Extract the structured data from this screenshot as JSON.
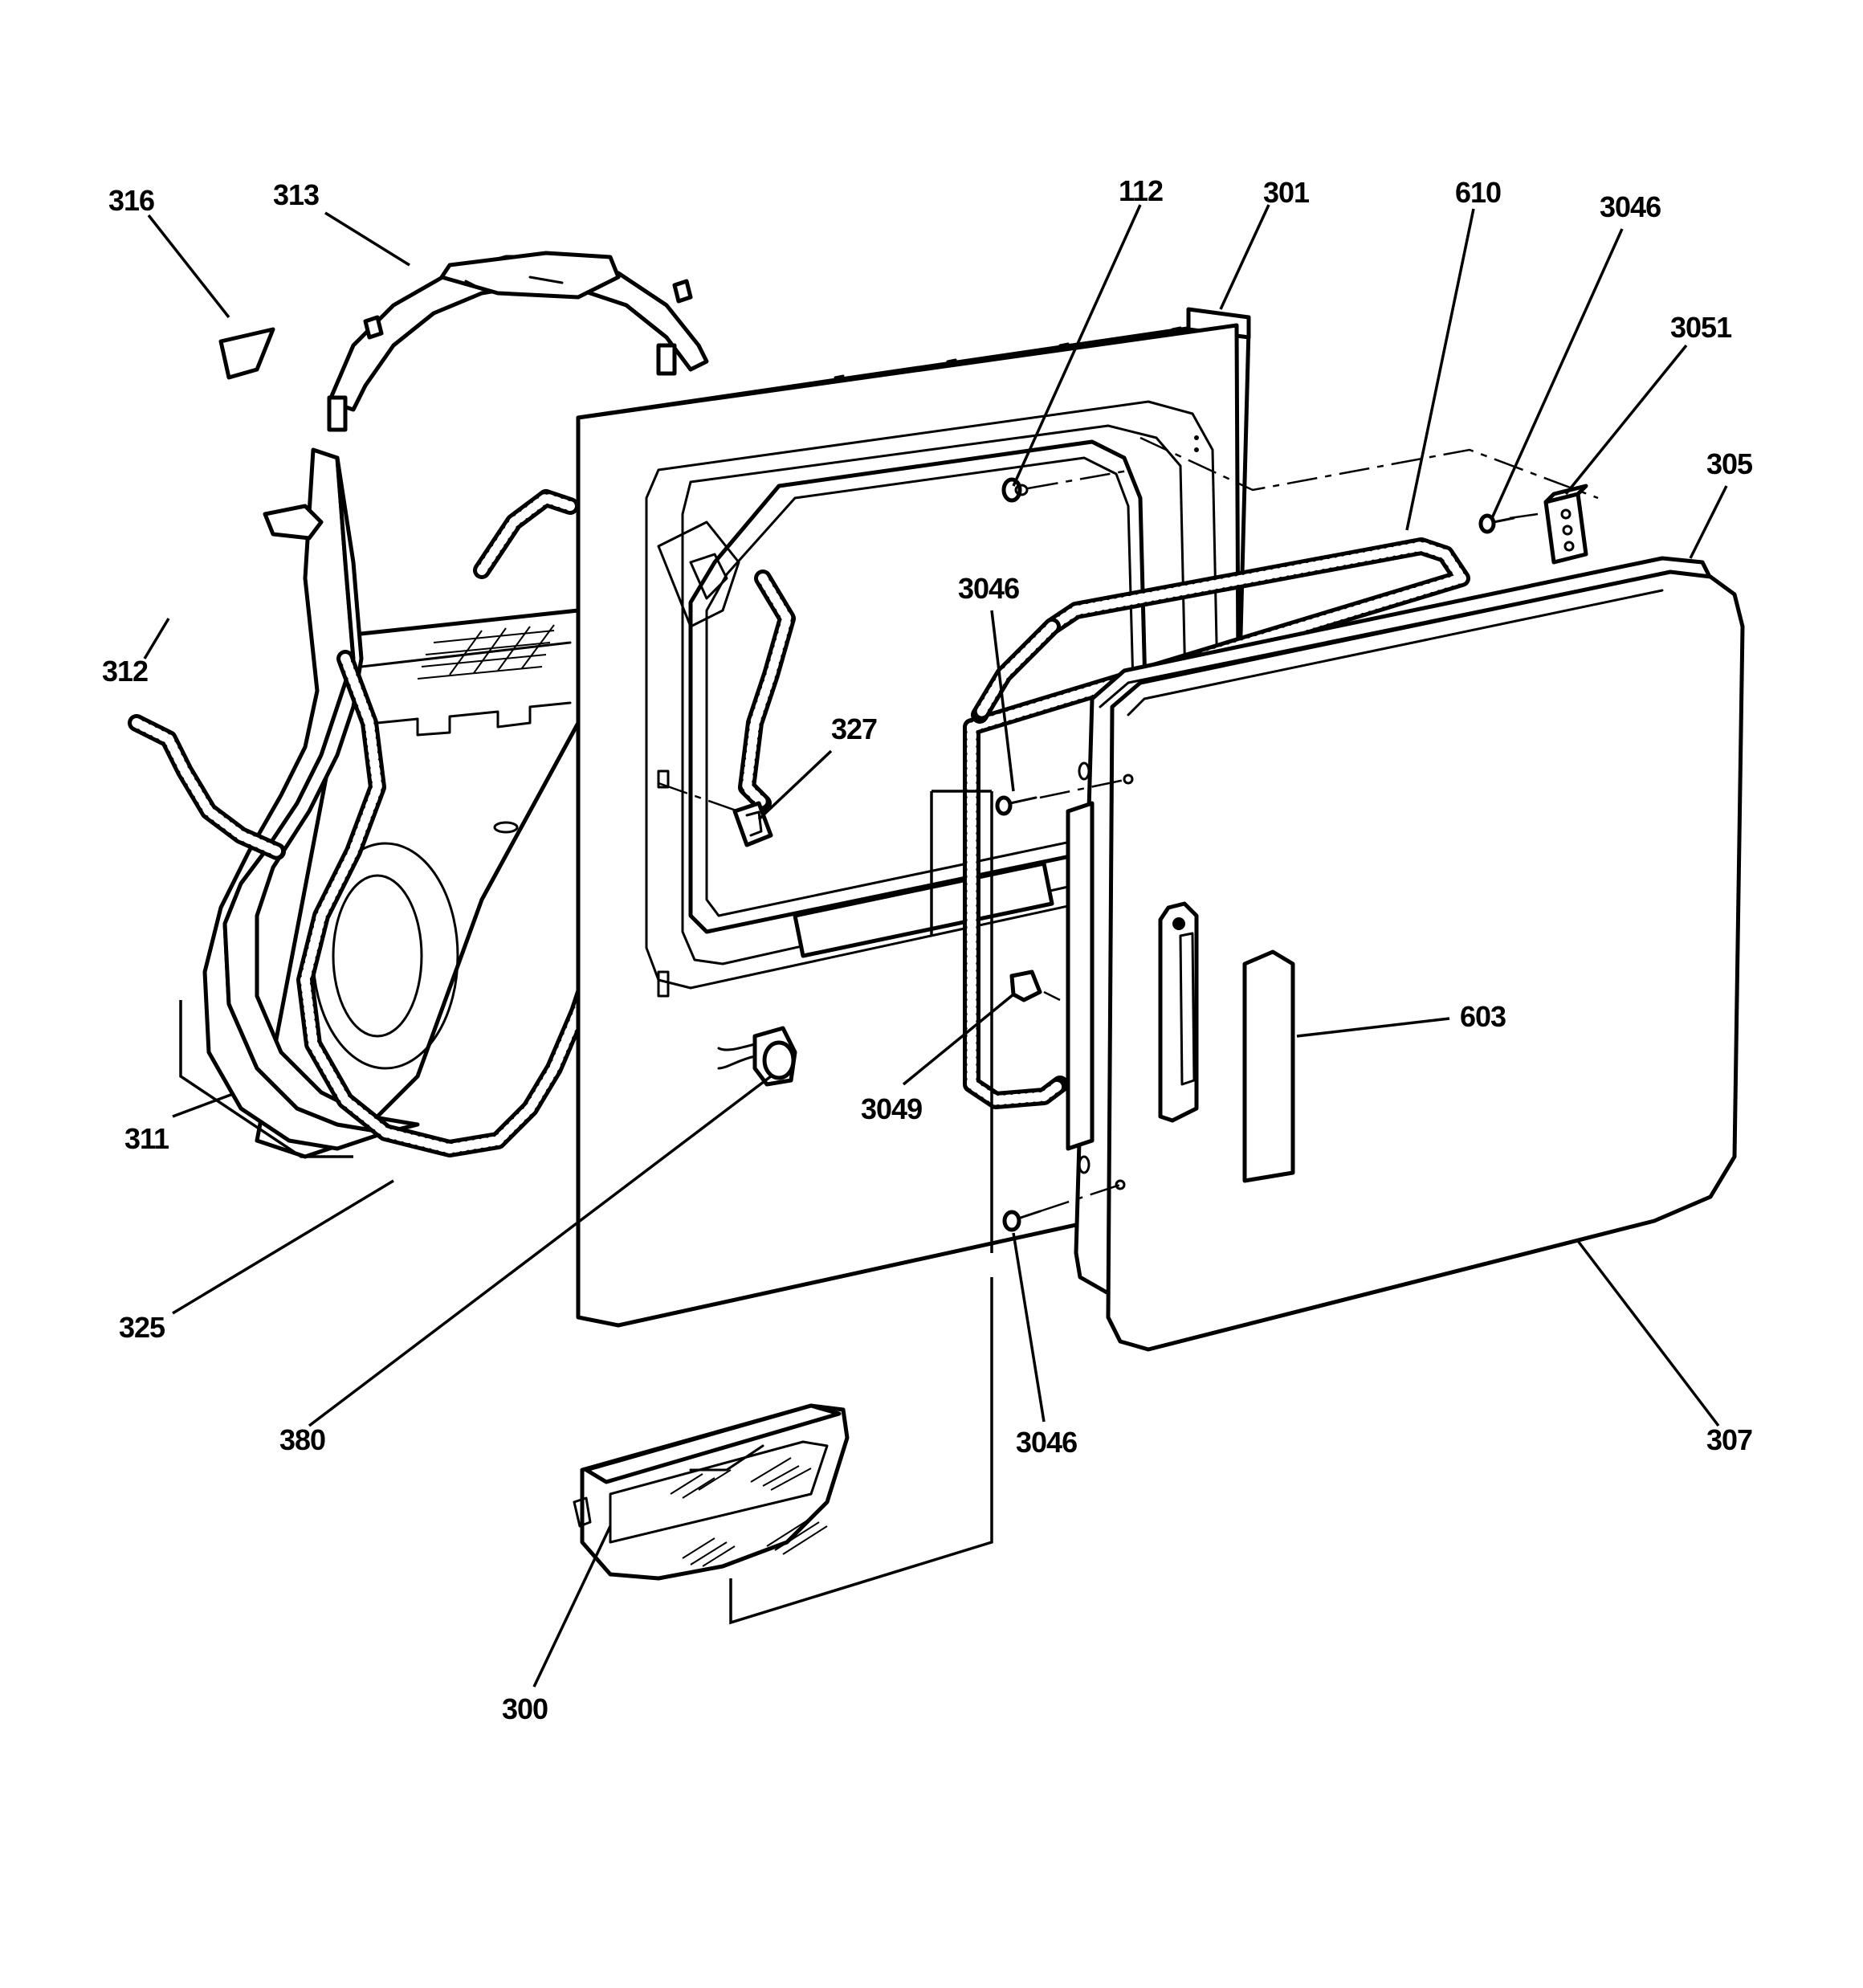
{
  "callouts": {
    "p316": "316",
    "p313": "313",
    "p112": "112",
    "p301": "301",
    "p610": "610",
    "p3046_top": "3046",
    "p3051": "3051",
    "p305": "305",
    "p312": "312",
    "p3046_mid": "3046",
    "p327": "327",
    "p603": "603",
    "p311": "311",
    "p3049": "3049",
    "p325": "325",
    "p380": "380",
    "p3046_bottom": "3046",
    "p307": "307",
    "p300": "300"
  }
}
